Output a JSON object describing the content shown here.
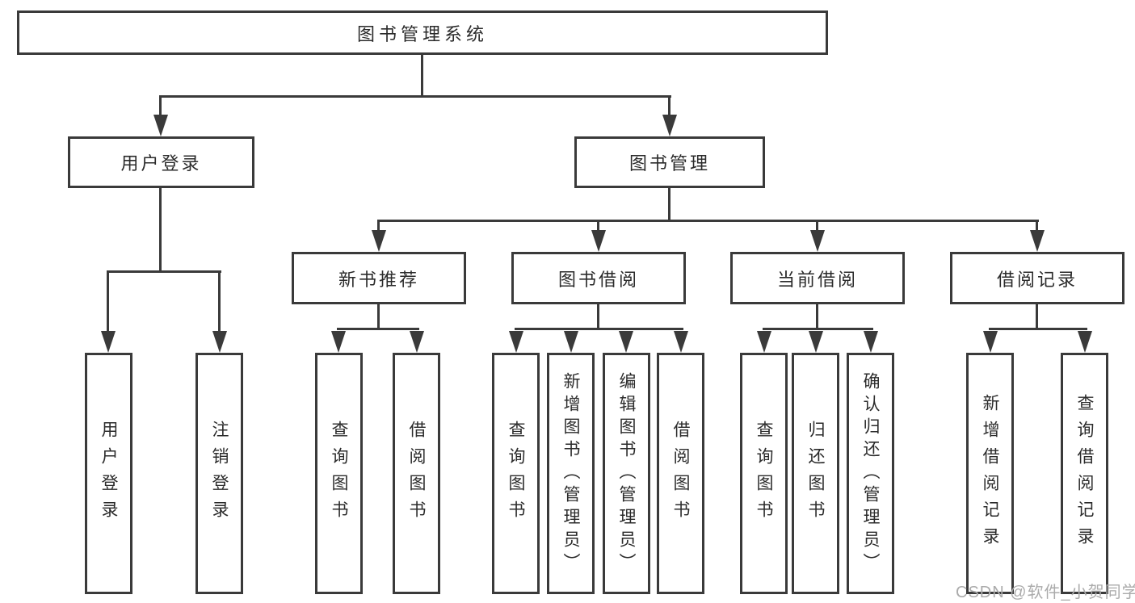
{
  "tree": {
    "root": {
      "label": "图书管理系统"
    },
    "level2": [
      {
        "label": "用户登录"
      },
      {
        "label": "图书管理"
      }
    ],
    "level3": [
      {
        "label": "新书推荐",
        "parent": "图书管理"
      },
      {
        "label": "图书借阅",
        "parent": "图书管理"
      },
      {
        "label": "当前借阅",
        "parent": "图书管理"
      },
      {
        "label": "借阅记录",
        "parent": "图书管理"
      }
    ],
    "leaves": [
      {
        "label": "用户登录",
        "parent": "用户登录"
      },
      {
        "label": "注销登录",
        "parent": "用户登录"
      },
      {
        "label": "查询图书",
        "parent": "新书推荐"
      },
      {
        "label": "借阅图书",
        "parent": "新书推荐"
      },
      {
        "label": "查询图书",
        "parent": "图书借阅"
      },
      {
        "label": "新增图书（管理员）",
        "parent": "图书借阅"
      },
      {
        "label": "编辑图书（管理员）",
        "parent": "图书借阅"
      },
      {
        "label": "借阅图书",
        "parent": "图书借阅"
      },
      {
        "label": "查询图书",
        "parent": "当前借阅"
      },
      {
        "label": "归还图书",
        "parent": "当前借阅"
      },
      {
        "label": "确认归还（管理员）",
        "parent": "当前借阅"
      },
      {
        "label": "新增借阅记录",
        "parent": "借阅记录"
      },
      {
        "label": "查询借阅记录",
        "parent": "借阅记录"
      }
    ]
  },
  "watermark": "CSDN @软件_小贺同学",
  "colors": {
    "line": "#3a3a3a",
    "text": "#2b2b2b",
    "watermark": "#ababab",
    "background": "#ffffff"
  }
}
